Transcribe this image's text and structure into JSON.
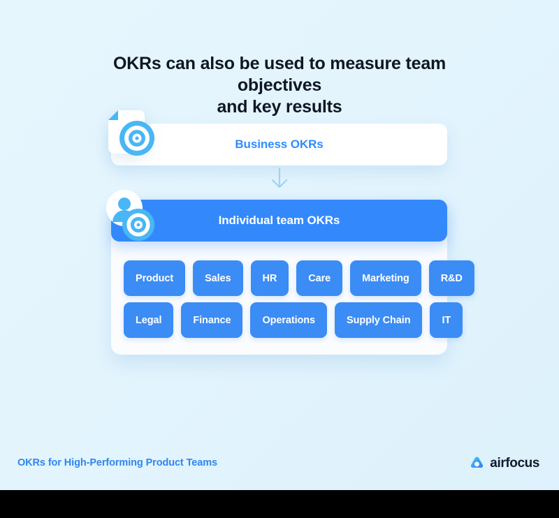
{
  "page": {
    "background_color": "#e3f4fd",
    "bottom_bar_color": "#000000"
  },
  "title": {
    "line1": "OKRs can also be used to measure team objectives",
    "line2": "and key results",
    "color": "#0e1626"
  },
  "business_card": {
    "label": "Business OKRs",
    "label_color": "#2d8cff",
    "background_color": "#ffffff",
    "icon_name": "document-target-icon"
  },
  "connector": {
    "icon_name": "arrow-down-icon",
    "color": "#9fd2f5"
  },
  "teams_panel": {
    "header": {
      "label": "Individual team OKRs",
      "background_color": "#3389fb",
      "label_color": "#ffffff",
      "icon_name": "avatar-target-icon"
    },
    "panel_background": "#fbfcfe",
    "tag_color": "#3b8cf5",
    "tag_text_color": "#ffffff",
    "rows": [
      [
        "Product",
        "Sales",
        "HR",
        "Care",
        "Marketing",
        "R&D"
      ],
      [
        "Legal",
        "Finance",
        "Operations",
        "Supply Chain",
        "IT"
      ]
    ]
  },
  "footer": {
    "text": "OKRs for High-Performing Product Teams",
    "text_color": "#2f86ef",
    "logo_word": "airfocus",
    "logo_icon_name": "airfocus-logo-icon",
    "logo_word_color": "#121a2e"
  }
}
